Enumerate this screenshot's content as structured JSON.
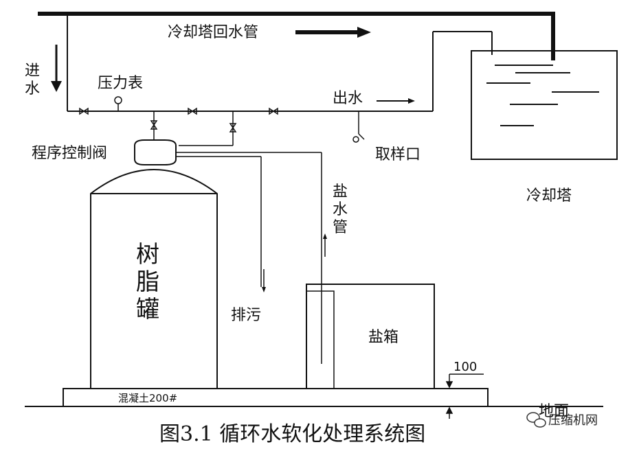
{
  "labels": {
    "inlet_line1": "进",
    "inlet_line2": "水",
    "return_pipe": "冷却塔回水管",
    "pressure_gauge": "压力表",
    "outlet": "出水",
    "sampling_port": "取样口",
    "control_valve": "程序控制阀",
    "brine_pipe_line1": "盐",
    "brine_pipe_line2": "水",
    "brine_pipe_line3": "管",
    "resin_tank_line1": "树",
    "resin_tank_line2": "脂",
    "resin_tank_line3": "罐",
    "drain": "排污",
    "salt_box": "盐箱",
    "cooling_tower": "冷却塔",
    "concrete": "混凝土200#",
    "dimension": "100",
    "ground": "地面"
  },
  "caption": "图3.1 循环水软化处理系统图",
  "watermark": "压缩机网"
}
